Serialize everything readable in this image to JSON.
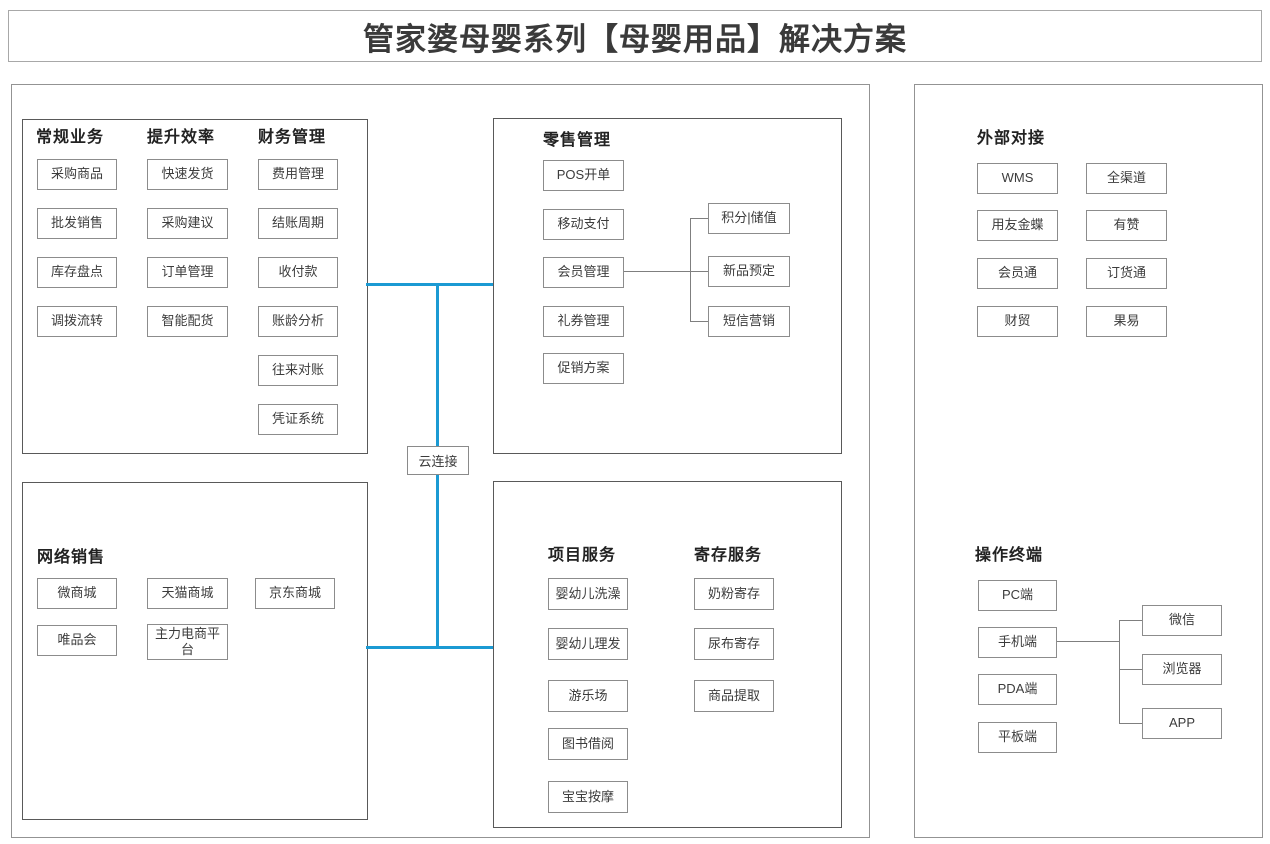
{
  "title": "管家婆母婴系列【母婴用品】解决方案",
  "cloud_connector": {
    "label": "云连接"
  },
  "sections": {
    "regular": {
      "heading": "常规业务",
      "items": [
        "采购商品",
        "批发销售",
        "库存盘点",
        "调拨流转"
      ]
    },
    "efficiency": {
      "heading": "提升效率",
      "items": [
        "快速发货",
        "采购建议",
        "订单管理",
        "智能配货"
      ]
    },
    "finance": {
      "heading": "财务管理",
      "items": [
        "费用管理",
        "结账周期",
        "收付款",
        "账龄分析",
        "往来对账",
        "凭证系统"
      ]
    },
    "retail": {
      "heading": "零售管理",
      "items": [
        "POS开单",
        "移动支付",
        "会员管理",
        "礼券管理",
        "促销方案"
      ],
      "member_sub_items": [
        "积分|储值",
        "新品预定",
        "短信营销"
      ]
    },
    "online_sales": {
      "heading": "网络销售",
      "row1": [
        "微商城",
        "天猫商城",
        "京东商城"
      ],
      "row2": [
        "唯品会",
        "主力电商平台"
      ]
    },
    "project_services": {
      "heading": "项目服务",
      "items": [
        "婴幼儿洗澡",
        "婴幼儿理发",
        "游乐场",
        "图书借阅",
        "宝宝按摩"
      ]
    },
    "deposit_services": {
      "heading": "寄存服务",
      "items": [
        "奶粉寄存",
        "尿布寄存",
        "商品提取"
      ]
    },
    "external": {
      "heading": "外部对接",
      "col1": [
        "WMS",
        "用友金蝶",
        "会员通",
        "财贸"
      ],
      "col2": [
        "全渠道",
        "有赞",
        "订货通",
        "果易"
      ]
    },
    "terminals": {
      "heading": "操作终端",
      "items": [
        "PC端",
        "手机端",
        "PDA端",
        "平板端"
      ],
      "mobile_sub_items": [
        "微信",
        "浏览器",
        "APP"
      ]
    }
  },
  "colors": {
    "connector_blue": "#1b9ad3",
    "connector_gray": "#7f7f7f",
    "heading_text": "#222222"
  }
}
